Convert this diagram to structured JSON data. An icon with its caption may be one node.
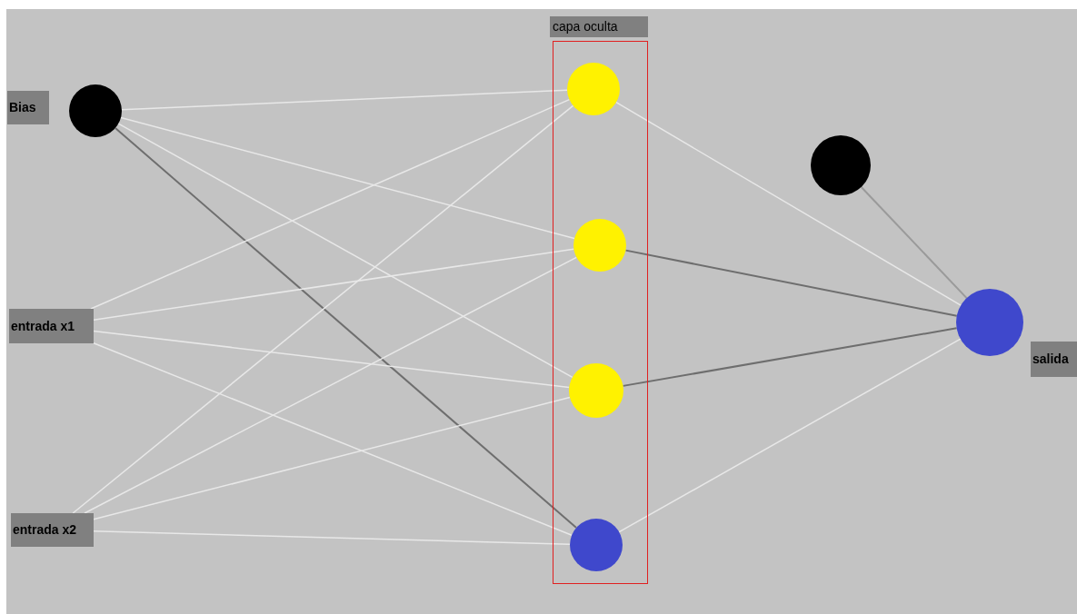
{
  "diagram": {
    "nodes": [
      {
        "text": [],
        "shape": "circle",
        "beside": [
          "Bias"
        ]
      },
      {
        "text": [
          "entrada x1"
        ]
      },
      {
        "text": [
          "entrada x2"
        ]
      },
      {
        "text": [
          "capa oculta"
        ]
      },
      {
        "text": [],
        "shape": "circle",
        "in": 3
      },
      {
        "text": [],
        "shape": "circle",
        "in": 3
      },
      {
        "text": [],
        "shape": "circle",
        "in": 3
      },
      {
        "text": [],
        "shape": "circle",
        "in": 3
      },
      {
        "text": [],
        "shape": "circle"
      },
      {
        "text": [],
        "shape": "circle",
        "beside": [
          "salida"
        ]
      }
    ],
    "edges": [
      {
        "from": 0,
        "to": 4,
        "arrow": "none"
      },
      {
        "from": 0,
        "to": 5,
        "arrow": "none"
      },
      {
        "from": 0,
        "to": 6,
        "arrow": "none"
      },
      {
        "from": 0,
        "to": 7,
        "arrow": "none",
        "color": "#6e6e6e"
      },
      {
        "from": 1,
        "to": 4,
        "arrow": "none"
      },
      {
        "from": 1,
        "to": 5,
        "arrow": "none"
      },
      {
        "from": 1,
        "to": 6,
        "arrow": "none"
      },
      {
        "from": 1,
        "to": 7,
        "arrow": "none"
      },
      {
        "from": 2,
        "to": 4,
        "arrow": "none"
      },
      {
        "from": 2,
        "to": 5,
        "arrow": "none"
      },
      {
        "from": 2,
        "to": 6,
        "arrow": "none"
      },
      {
        "from": 2,
        "to": 7,
        "arrow": "none"
      },
      {
        "from": 4,
        "to": 9,
        "arrow": "none"
      },
      {
        "from": 5,
        "to": 9,
        "arrow": "none",
        "color": "#6e6e6e"
      },
      {
        "from": 6,
        "to": 9,
        "arrow": "none",
        "color": "#6e6e6e"
      },
      {
        "from": 7,
        "to": 9,
        "arrow": "none"
      },
      {
        "from": 8,
        "to": 9,
        "arrow": "none",
        "color": "#9a9a9a"
      }
    ]
  }
}
